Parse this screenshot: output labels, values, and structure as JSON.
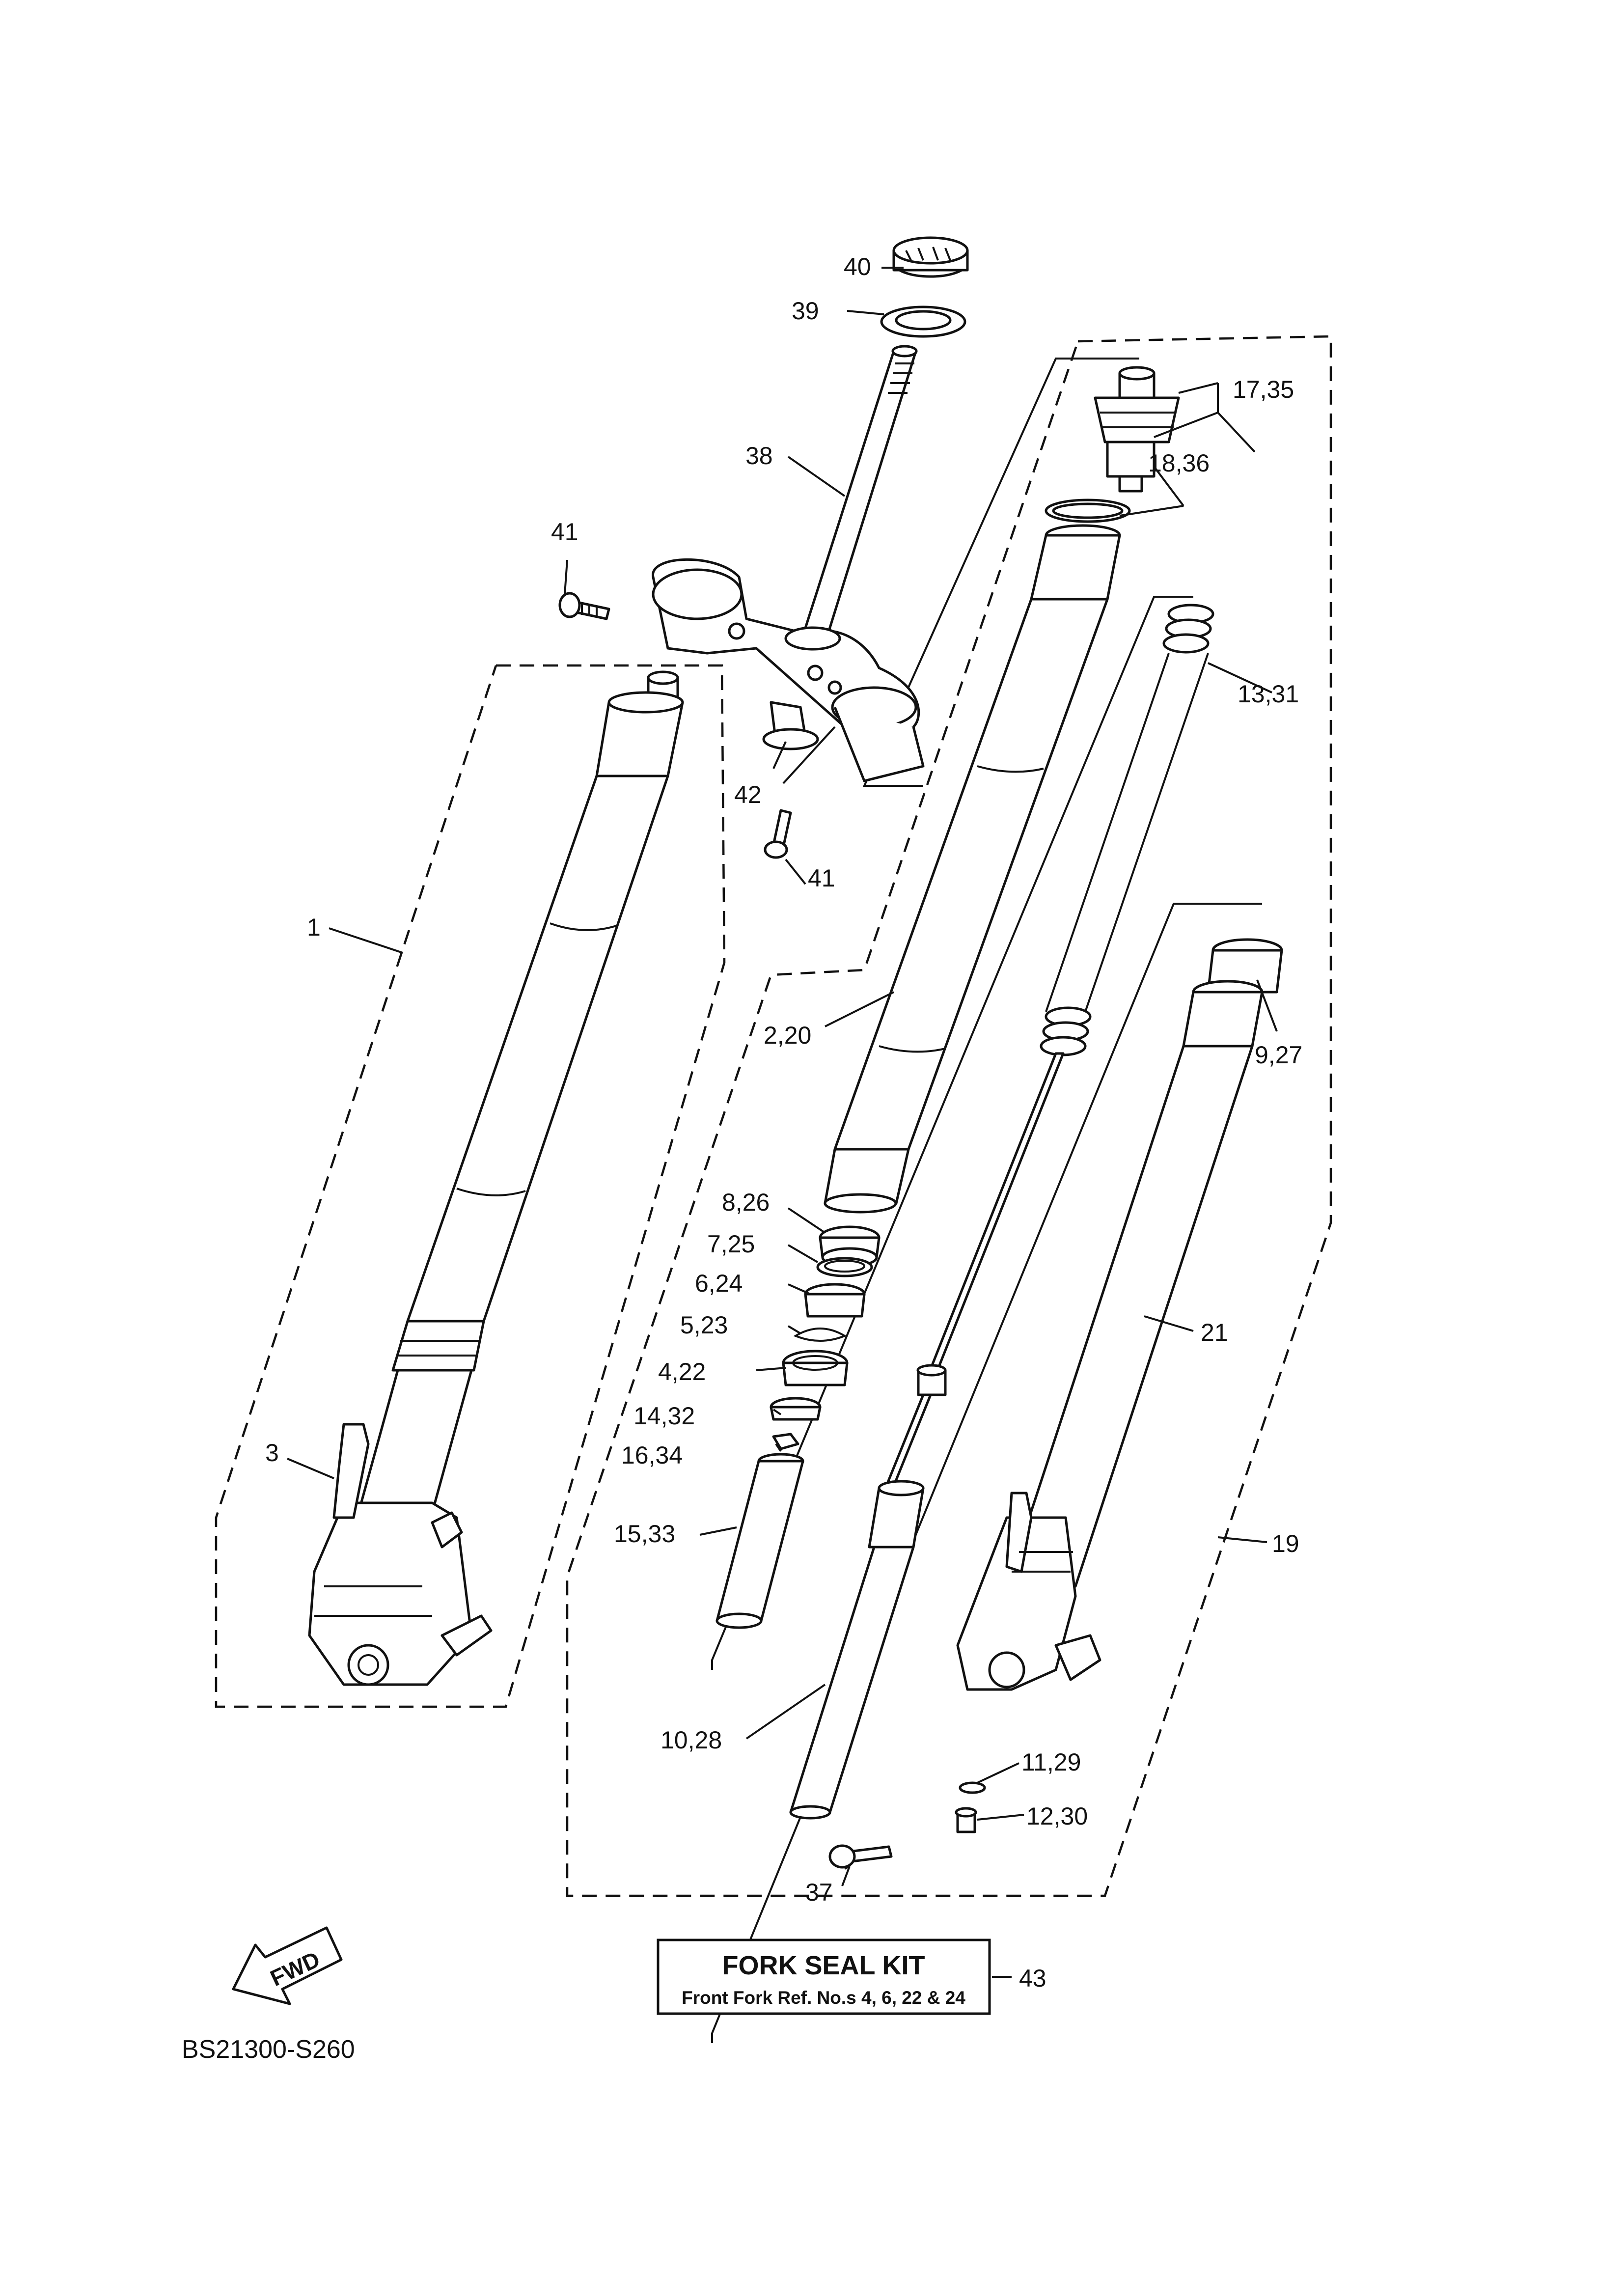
{
  "callouts": {
    "c40": "40",
    "c39": "39",
    "c38": "38",
    "c41a": "41",
    "c41b": "41",
    "c42": "42",
    "c1": "1",
    "c3": "3",
    "c17_35": "17,35",
    "c18_36": "18,36",
    "c13_31": "13,31",
    "c9_27": "9,27",
    "c2_20": "2,20",
    "c8_26": "8,26",
    "c7_25": "7,25",
    "c6_24": "6,24",
    "c5_23": "5,23",
    "c4_22": "4,22",
    "c14_32": "14,32",
    "c16_34": "16,34",
    "c15_33": "15,33",
    "c21": "21",
    "c19": "19",
    "c10_28": "10,28",
    "c11_29": "11,29",
    "c12_30": "12,30",
    "c37": "37",
    "c43": "43"
  },
  "kit": {
    "title": "FORK  SEAL  KIT",
    "subtitle": "Front Fork Ref. No.s  4, 6, 22 & 24"
  },
  "fwd_label": "FWD",
  "diagram_code": "BS21300-S260"
}
